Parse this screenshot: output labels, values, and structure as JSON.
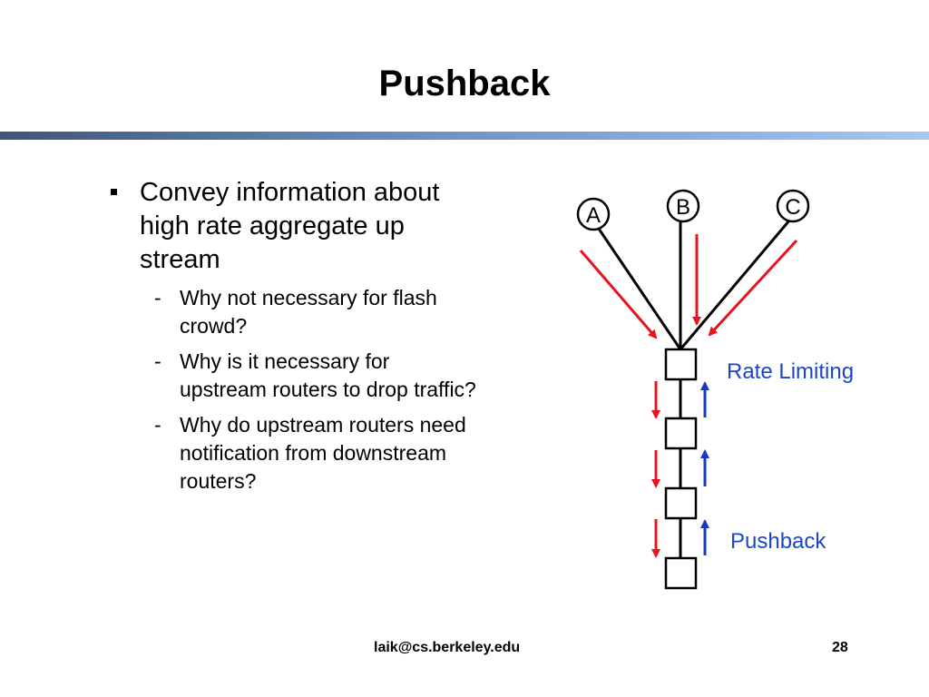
{
  "slide": {
    "title": "Pushback",
    "bullet": "Convey information about high rate aggregate up stream",
    "sub_bullets": [
      "Why not necessary for flash crowd?",
      "Why is it necessary for upstream routers to drop traffic?",
      "Why do upstream routers need notification from downstream routers?"
    ],
    "dash": "-"
  },
  "diagram": {
    "nodes": [
      "A",
      "B",
      "C"
    ],
    "rate_limiting_label": "Rate Limiting",
    "pushback_label": "Pushback",
    "colors": {
      "traffic_arrow": "#e8141c",
      "pushback_arrow": "#1738c8",
      "label": "#1c46c4"
    }
  },
  "footer": {
    "email": "laik@cs.berkeley.edu",
    "page": "28"
  }
}
